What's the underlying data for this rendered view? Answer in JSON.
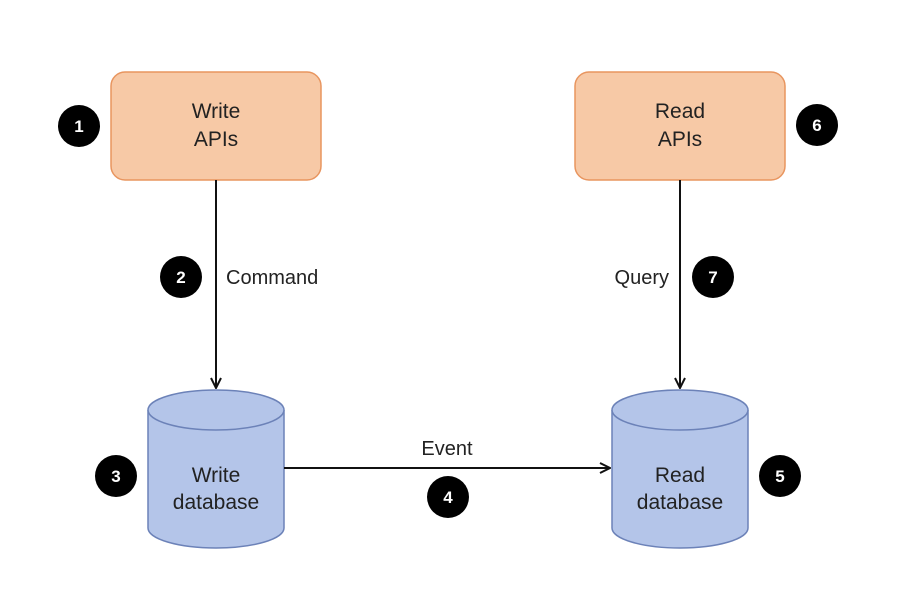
{
  "diagram": {
    "colors": {
      "api_fill": "#f7c9a6",
      "api_stroke": "#e8955f",
      "db_fill": "#b4c5e9",
      "db_stroke": "#6c82b8",
      "arrow": "#111111",
      "badge": "#000000"
    },
    "write_api": {
      "line1": "Write",
      "line2": "APIs",
      "step": "1"
    },
    "read_api": {
      "line1": "Read",
      "line2": "APIs",
      "step": "6"
    },
    "command_edge": {
      "label": "Command",
      "step": "2"
    },
    "query_edge": {
      "label": "Query",
      "step": "7"
    },
    "write_db": {
      "line1": "Write",
      "line2": "database",
      "step": "3"
    },
    "read_db": {
      "line1": "Read",
      "line2": "database",
      "step": "5"
    },
    "event_edge": {
      "label": "Event",
      "step": "4"
    }
  }
}
